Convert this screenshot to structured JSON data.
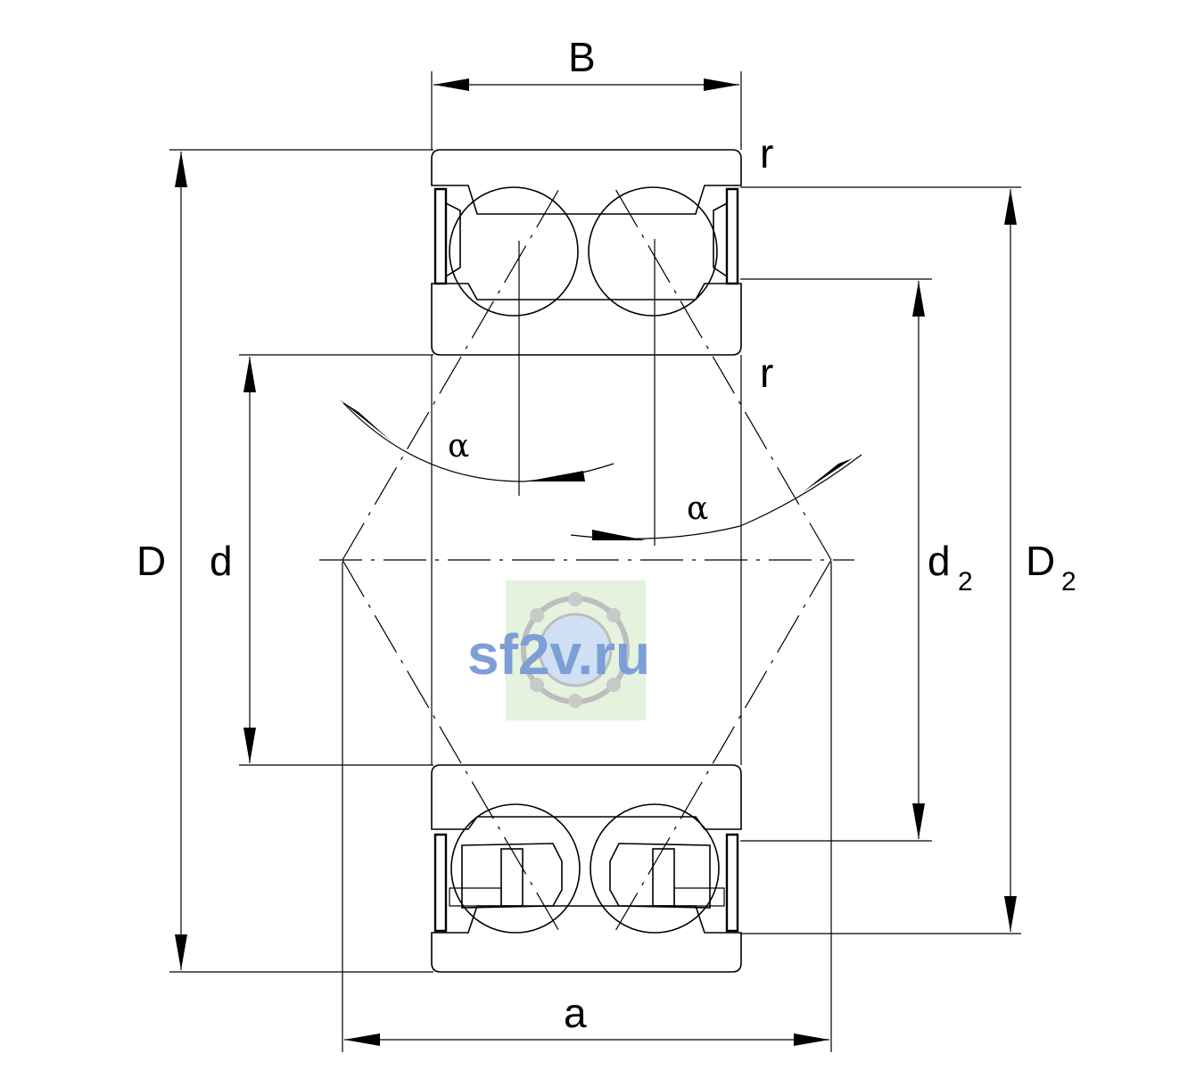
{
  "labels": {
    "B": "B",
    "D": "D",
    "d": "d",
    "d2_main": "d",
    "d2_sub": "2",
    "D2_main": "D",
    "D2_sub": "2",
    "a": "a",
    "r_top": "r",
    "r_inner": "r",
    "alpha_left": "α",
    "alpha_right": "α"
  },
  "watermark": {
    "text": "sf2v.ru",
    "text_color": "#7e9ed6",
    "tile_color": "#dff0d8"
  }
}
